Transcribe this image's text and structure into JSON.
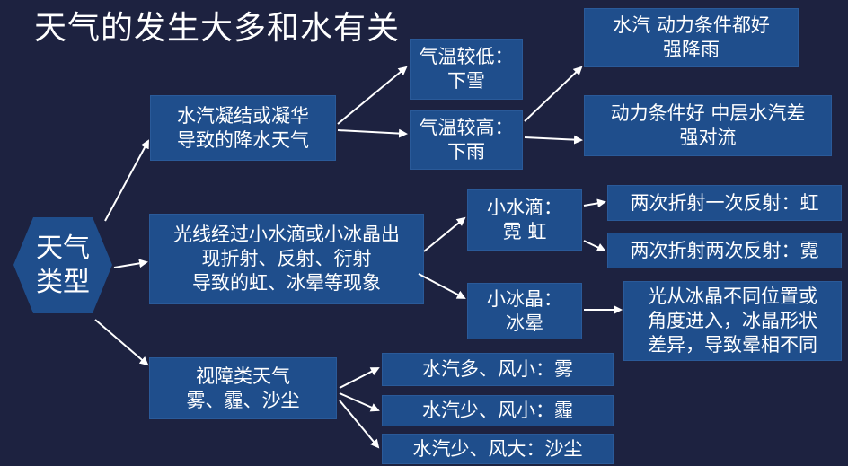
{
  "title": "天气的发生大多和水有关",
  "root": "天气\n类型",
  "branches": {
    "precip": "水汽凝结或凝华\n导致的降水天气",
    "optical": "光线经过小水滴或小冰晶出\n现折射、反射、衍射\n导致的虹、冰晕等现象",
    "visibility": "视障类天气\n雾、霾、沙尘"
  },
  "precip": {
    "low_temp": "气温较低：\n下雪",
    "high_temp": "气温较高：\n下雨",
    "heavy_rain": "水汽 动力条件都好\n强降雨",
    "convection": "动力条件好 中层水汽差\n强对流"
  },
  "optical": {
    "droplet": "小水滴：\n霓 虹",
    "ice": "小冰晶：\n冰晕",
    "rainbow": "两次折射一次反射：虹",
    "secondary": "两次折射两次反射：霓",
    "halo": "光从冰晶不同位置或\n角度进入，冰晶形状\n差异，导致晕相不同"
  },
  "visibility": {
    "fog": "水汽多、风小：雾",
    "haze": "水汽少、风小：霾",
    "dust": "水汽少、风大：沙尘"
  },
  "colors": {
    "background": "#1d2240",
    "box": "#1f4e8c",
    "arrow": "#ffffff"
  }
}
